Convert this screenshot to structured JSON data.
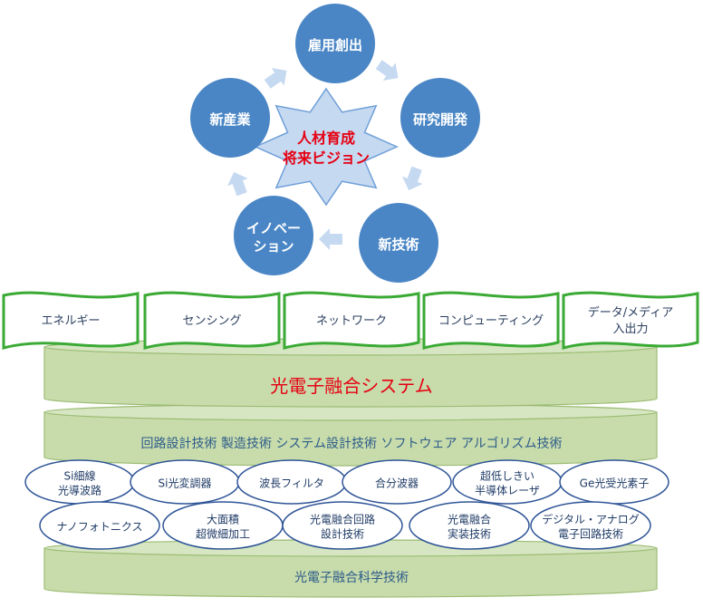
{
  "cycle": {
    "center_lines": [
      "人材育成",
      "将来ビジョン"
    ],
    "nodes": [
      {
        "id": "koyo",
        "lines": [
          "雇用創出"
        ]
      },
      {
        "id": "kenkyu",
        "lines": [
          "研究開発"
        ]
      },
      {
        "id": "shingijutsu",
        "lines": [
          "新技術"
        ]
      },
      {
        "id": "innovation",
        "lines": [
          "イノベー",
          "ション"
        ]
      },
      {
        "id": "shinsangyo",
        "lines": [
          "新産業"
        ]
      }
    ]
  },
  "applications": [
    "エネルギー",
    "センシング",
    "ネットワーク",
    "コンピューティング",
    "データ/メディア\n入出力"
  ],
  "system_layer": {
    "label": "光電子融合システム",
    "color": "#e60012"
  },
  "tech_layer": {
    "label": "回路設計技術 製造技術 システム設計技術 ソフトウェア アルゴリズム技術"
  },
  "elements_row1": [
    {
      "id": "si-waveguide",
      "lines": [
        "Si細線",
        "光導波路"
      ]
    },
    {
      "id": "si-modulator",
      "lines": [
        "Si光変調器"
      ]
    },
    {
      "id": "wavelength-filter",
      "lines": [
        "波長フィルタ"
      ]
    },
    {
      "id": "combiner",
      "lines": [
        "合分波器"
      ]
    },
    {
      "id": "ultralow-laser",
      "lines": [
        "超低しきい",
        "半導体レーザ"
      ]
    },
    {
      "id": "ge-detector",
      "lines": [
        "Ge光受光素子"
      ]
    }
  ],
  "elements_row2": [
    {
      "id": "nanophotonics",
      "lines": [
        "ナノフォトニクス"
      ]
    },
    {
      "id": "large-area",
      "lines": [
        "大面積",
        "超微細加工"
      ]
    },
    {
      "id": "oe-circuit-design",
      "lines": [
        "光電融合回路",
        "設計技術"
      ]
    },
    {
      "id": "oe-packaging",
      "lines": [
        "光電融合",
        "実装技術"
      ]
    },
    {
      "id": "digital-analog",
      "lines": [
        "デジタル・アナログ",
        "電子回路技術"
      ]
    }
  ],
  "base_layer": {
    "label": "光電子融合科学技術"
  },
  "colors": {
    "circle_fill": "#4a86c5",
    "star_fill": "#c5d9f1",
    "arrow_fill": "#c5d9f1",
    "banner_border": "#3aaa35",
    "layer_fill": "#c8dcab",
    "layer_stroke": "#9bbb73",
    "ellipse_stroke": "#2f5597"
  }
}
